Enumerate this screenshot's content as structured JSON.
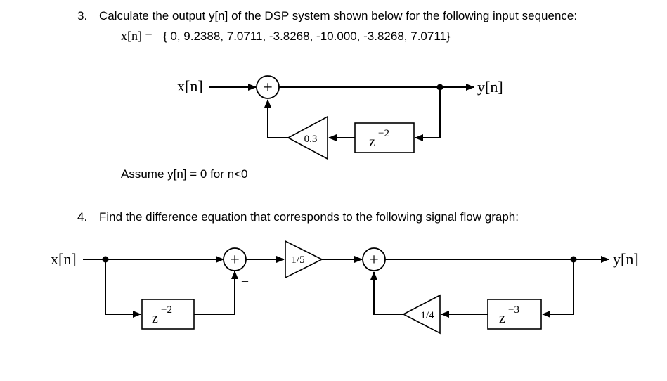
{
  "problem3": {
    "number": "3.",
    "prompt": "Calculate the output y[n] of the DSP system shown below for the following input sequence:",
    "sequence_lhs": "x[n] =",
    "sequence_values": "{ 0, 9.2388, 7.0711, -3.8268, -10.000, -3.8268, 7.0711}",
    "input_label": "x[n]",
    "output_label": "y[n]",
    "adder_symbol": "+",
    "gain": "0.3",
    "delay": "z",
    "delay_exp": "−2",
    "assumption": "Assume y[n] = 0 for n<0"
  },
  "problem4": {
    "number": "4.",
    "prompt": "Find the difference equation that corresponds to the following signal flow graph:",
    "input_label": "x[n]",
    "output_label": "y[n]",
    "adder_symbol": "+",
    "minus_sign": "–",
    "gain_forward": "1/5",
    "gain_feedback": "1/4",
    "delay": "z",
    "delay1_exp": "−2",
    "delay2_exp": "−3"
  }
}
